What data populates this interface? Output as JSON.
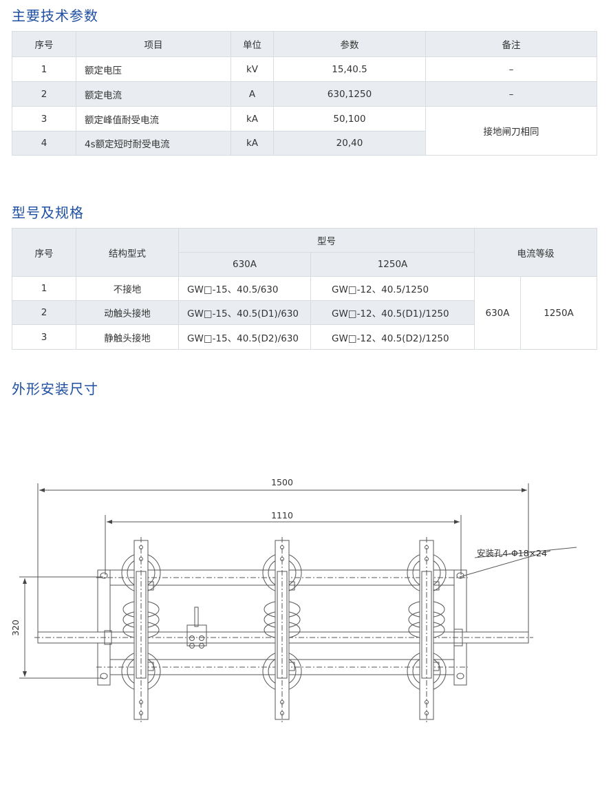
{
  "section1": {
    "title": "主要技术参数",
    "headers": [
      "序号",
      "项目",
      "单位",
      "参数",
      "备注"
    ],
    "rows": [
      {
        "no": "1",
        "item": "额定电压",
        "unit": "kV",
        "value": "15,40.5",
        "note": "–"
      },
      {
        "no": "2",
        "item": "额定电流",
        "unit": "A",
        "value": "630,1250",
        "note": "–"
      },
      {
        "no": "3",
        "item": "额定峰值耐受电流",
        "unit": "kA",
        "value": "50,100"
      },
      {
        "no": "4",
        "item": "4s额定短时耐受电流",
        "unit": "kA",
        "value": "20,40"
      }
    ],
    "merged_note": "接地闸刀相同"
  },
  "section2": {
    "title": "型号及规格",
    "headers": {
      "no": "序号",
      "structure": "结构型式",
      "model": "型号",
      "model_630": "630A",
      "model_1250": "1250A",
      "current": "电流等级"
    },
    "rows": [
      {
        "no": "1",
        "structure": "不接地",
        "m630": "GW□-15、40.5/630",
        "m1250": "GW□-12、40.5/1250"
      },
      {
        "no": "2",
        "structure": "动触头接地",
        "m630": "GW□-15、40.5(D1)/630",
        "m1250": "GW□-12、40.5(D1)/1250"
      },
      {
        "no": "3",
        "structure": "静触头接地",
        "m630": "GW□-15、40.5(D2)/630",
        "m1250": "GW□-12、40.5(D2)/1250"
      }
    ],
    "current_levels": [
      "630A",
      "1250A"
    ]
  },
  "section3": {
    "title": "外形安装尺寸",
    "dims": {
      "overall": "1500",
      "pole_span": "1110",
      "height": "320",
      "hole_note": "安装孔4-Φ18×24"
    }
  }
}
